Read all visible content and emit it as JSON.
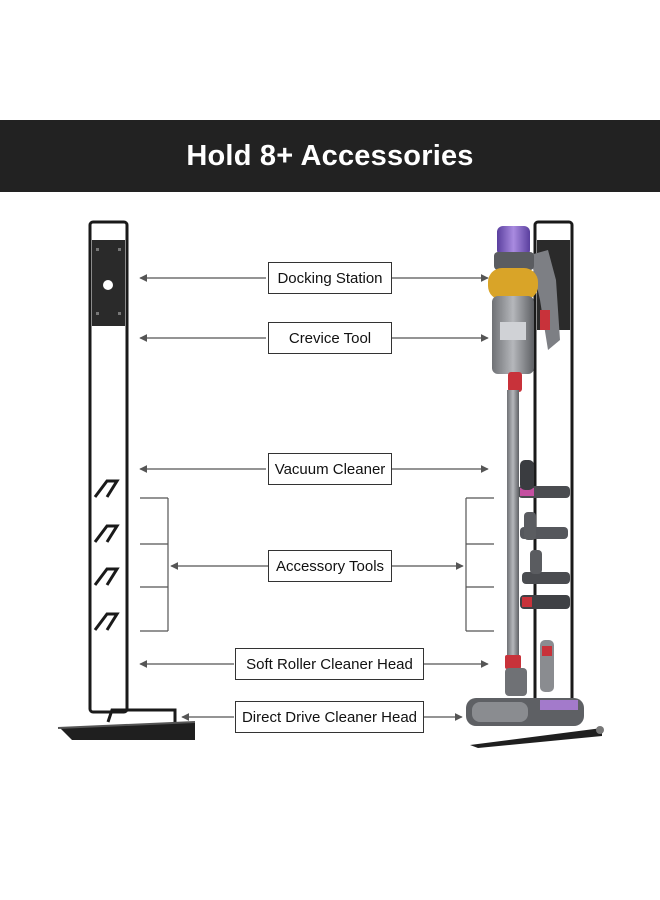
{
  "banner": {
    "title": "Hold 8+ Accessories"
  },
  "labels": {
    "docking_station": "Docking Station",
    "crevice_tool": "Crevice Tool",
    "vacuum_cleaner": "Vacuum Cleaner",
    "accessory_tools": "Accessory Tools",
    "soft_roller": "Soft Roller Cleaner Head",
    "direct_drive": "Direct Drive Cleaner Head"
  },
  "colors": {
    "banner_bg": "#222222",
    "stand_frame": "#1a1a1a",
    "vacuum_purple": "#7a5cc0",
    "vacuum_gold": "#d9a428",
    "vacuum_gray": "#8a8c90",
    "accent_red": "#c8323a"
  }
}
